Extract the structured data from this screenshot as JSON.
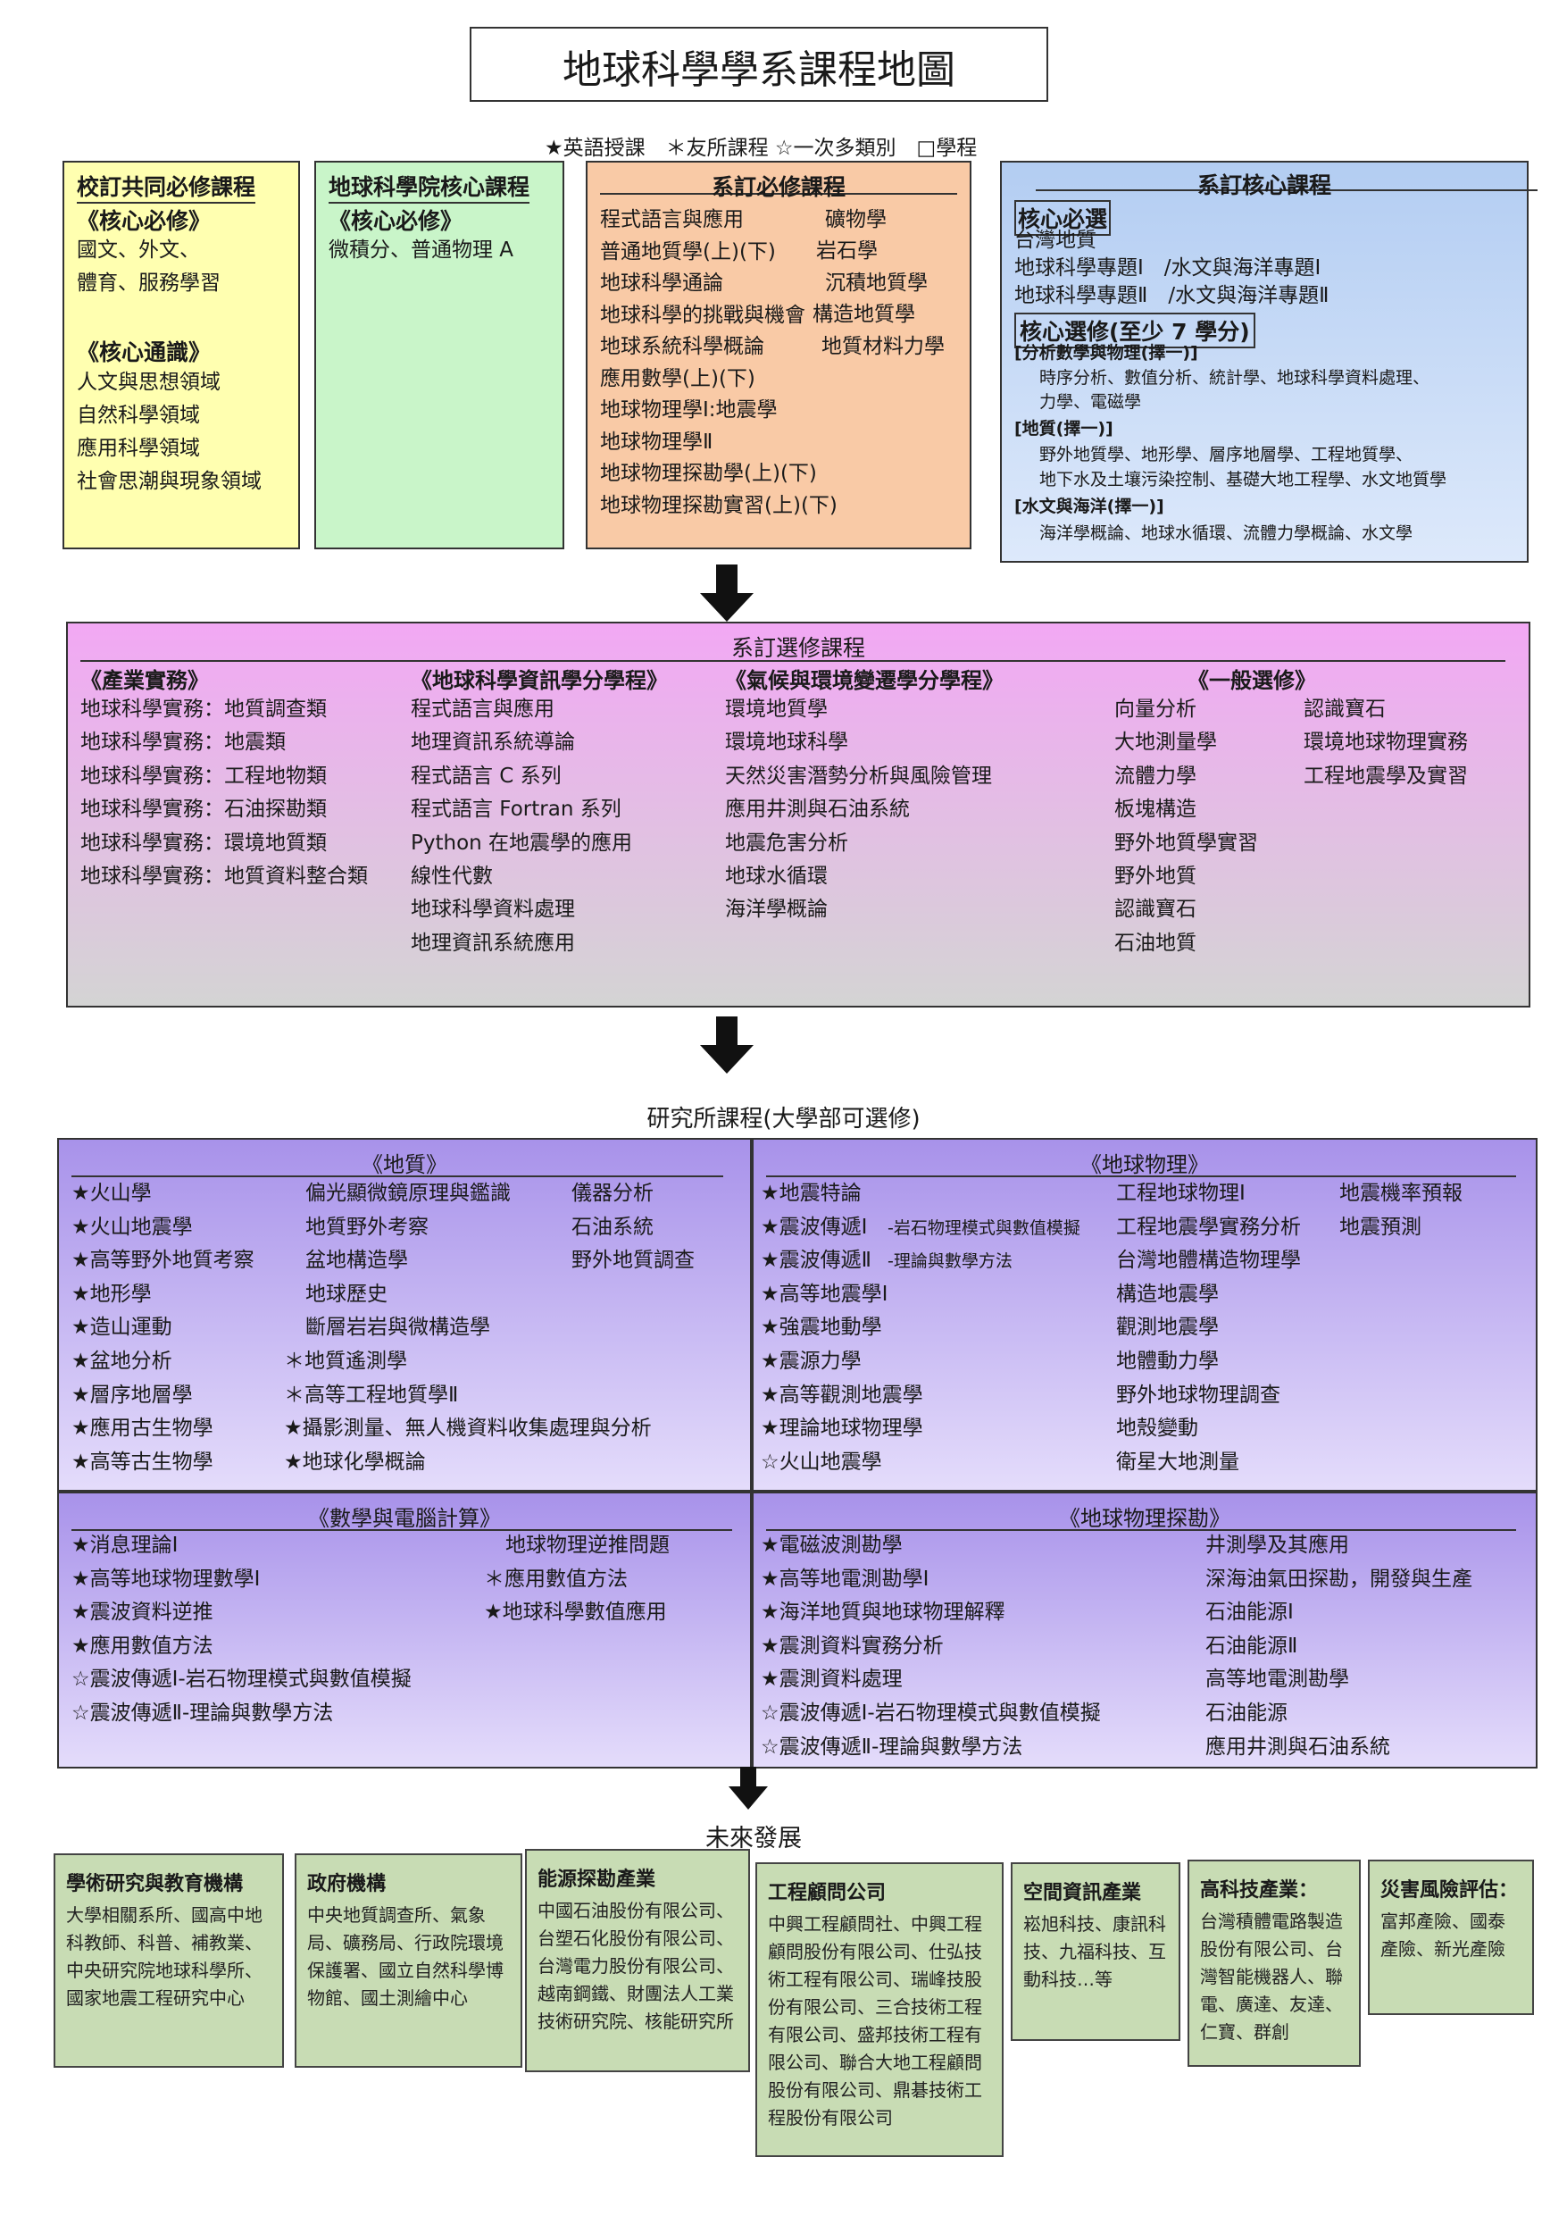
{
  "title": "地球科學學系課程地圖",
  "legend": "★英語授課　＊友所課程 ☆一次多類別　□學程",
  "top": {
    "school": {
      "title": "校訂共同必修課程",
      "core_req": "《核心必修》",
      "lines1": [
        "國文、外文、",
        "體育、服務學習"
      ],
      "general": "《核心通識》",
      "lines2": [
        "人文與思想領域",
        "自然科學領域",
        "應用科學領域",
        "社會思潮與現象領域"
      ]
    },
    "college": {
      "title": "地球科學院核心課程",
      "core_req": "《核心必修》",
      "line": "微積分、普通物理 A"
    },
    "dept_req": {
      "title": "系訂必修課程",
      "left": [
        "程式語言與應用",
        "普通地質學(上)(下)",
        "地球科學通論",
        "地球科學的挑戰與機會",
        "地球系統科學概論",
        "應用數學(上)(下)",
        "地球物理學Ⅰ:地震學",
        "地球物理學Ⅱ",
        "地球物理探勘學(上)(下)",
        "地球物理探勘實習(上)(下)"
      ],
      "right": [
        "礦物學",
        "岩石學",
        "沉積地質學",
        "構造地質學",
        "地質材料力學"
      ]
    },
    "dept_core": {
      "title": "系訂核心課程",
      "sel_title": "核心必選",
      "sel_lines": [
        "台灣地質",
        "地球科學專題Ⅰ　/水文與海洋專題Ⅰ",
        "地球科學專題Ⅱ　/水文與海洋專題Ⅱ"
      ],
      "elec_title": "核心選修(至少 7 學分)",
      "g1_title": "[分析數學與物理(擇一)]",
      "g1": [
        "時序分析、數值分析、統計學、地球科學資料處理、",
        "力學、電磁學"
      ],
      "g2_title": "[地質(擇一)]",
      "g2": [
        "野外地質學、地形學、層序地層學、工程地質學、",
        "地下水及土壤污染控制、基礎大地工程學、水文地質學"
      ],
      "g3_title": "[水文與海洋(擇一)]",
      "g3": [
        "海洋學概論、地球水循環、流體力學概論、水文學"
      ]
    }
  },
  "elective": {
    "title": "系訂選修課程",
    "cols": [
      {
        "head": "《產業實務》",
        "items": [
          "地球科學實務：地質調查類",
          "地球科學實務：地震類",
          "地球科學實務：工程地物類",
          "地球科學實務：石油探勘類",
          "地球科學實務：環境地質類",
          "地球科學實務：地質資料整合類"
        ]
      },
      {
        "head": "《地球科學資訊學分學程》",
        "items": [
          "程式語言與應用",
          "地理資訊系統導論",
          "程式語言 C 系列",
          "程式語言 Fortran 系列",
          "Python 在地震學的應用",
          "線性代數",
          "地球科學資料處理",
          "地理資訊系統應用"
        ]
      },
      {
        "head": "《氣候與環境變遷學分學程》",
        "items": [
          "環境地質學",
          "環境地球科學",
          "天然災害潛勢分析與風險管理",
          "應用井測與石油系統",
          "地震危害分析",
          "地球水循環",
          "海洋學概論"
        ]
      },
      {
        "head": "《一般選修》",
        "items": [
          "向量分析",
          "大地測量學",
          "流體力學",
          "板塊構造",
          "野外地質學實習",
          "野外地質",
          "認識寶石",
          "石油地質"
        ]
      },
      {
        "head": "",
        "items": [
          "認識寶石",
          "環境地球物理實務",
          "工程地震學及實習"
        ]
      }
    ]
  },
  "grad": {
    "title": "研究所課程(大學部可選修)",
    "geology": {
      "head": "《地質》",
      "c1": [
        "★火山學",
        "★火山地震學",
        "★高等野外地質考察",
        "★地形學",
        "★造山運動",
        "★盆地分析",
        "★層序地層學",
        "★應用古生物學",
        "★高等古生物學"
      ],
      "c2": [
        "偏光顯微鏡原理與鑑識",
        "地質野外考察",
        "盆地構造學",
        "地球歷史",
        "斷層岩岩與微構造學",
        "＊地質遙測學",
        "＊高等工程地質學Ⅱ",
        "★攝影測量、無人機資料收集處理與分析",
        "★地球化學概論"
      ],
      "c3": [
        "儀器分析",
        "石油系統",
        "野外地質調查"
      ]
    },
    "geophys": {
      "head": "《地球物理》",
      "c1": [
        "★地震特論",
        "★震波傳遞Ⅰ",
        "★震波傳遞Ⅱ",
        "★高等地震學Ⅰ",
        "★強震地動學",
        "★震源力學",
        "★高等觀測地震學",
        "★理論地球物理學",
        "☆火山地震學"
      ],
      "c1_sub": {
        "1": "-岩石物理模式與數值模擬",
        "2": "-理論與數學方法"
      },
      "c2": [
        "工程地球物理Ⅰ",
        "工程地震學實務分析",
        "台灣地體構造物理學",
        "構造地震學",
        "觀測地震學",
        "地體動力學",
        "野外地球物理調查",
        "地殼變動",
        "衛星大地測量"
      ],
      "c3": [
        "地震機率預報",
        "地震預測"
      ]
    },
    "math": {
      "head": "《數學與電腦計算》",
      "c1": [
        "★消息理論Ⅰ",
        "★高等地球物理數學Ⅰ",
        "★震波資料逆推",
        "★應用數值方法",
        "☆震波傳遞Ⅰ-岩石物理模式與數值模擬",
        "☆震波傳遞Ⅱ-理論與數學方法"
      ],
      "c2": [
        "地球物理逆推問題",
        "＊應用數值方法",
        "★地球科學數值應用"
      ]
    },
    "explor": {
      "head": "《地球物理探勘》",
      "c1": [
        "★電磁波測勘學",
        "★高等地電測勘學Ⅰ",
        "★海洋地質與地球物理解釋",
        "★震測資料實務分析",
        "★震測資料處理",
        "☆震波傳遞Ⅰ-岩石物理模式與數值模擬",
        "☆震波傳遞Ⅱ-理論與數學方法"
      ],
      "c2": [
        "井測學及其應用",
        "深海油氣田探勘，開發與生產",
        "石油能源Ⅰ",
        "石油能源Ⅱ",
        "高等地電測勘學",
        "石油能源",
        "應用井測與石油系統"
      ]
    }
  },
  "future": {
    "title": "未來發展",
    "boxes": [
      {
        "title": "學術研究與教育機構",
        "body": "大學相關系所、國高中地科教師、科普、補教業、中央研究院地球科學所、國家地震工程研究中心"
      },
      {
        "title": "政府機構",
        "body": "中央地質調查所、氣象局、礦務局、行政院環境保護署、國立自然科學博物館、國土測繪中心"
      },
      {
        "title": "能源探勘產業",
        "body": "中國石油股份有限公司、台塑石化股份有限公司、台灣電力股份有限公司、越南鋼鐵、財團法人工業技術研究院、核能研究所"
      },
      {
        "title": "工程顧問公司",
        "body": "中興工程顧問社、中興工程顧問股份有限公司、仕弘技術工程有限公司、瑞峰技股份有限公司、三合技術工程有限公司、盛邦技術工程有限公司、聯合大地工程顧問股份有限公司、鼎碁技術工程股份有限公司"
      },
      {
        "title": "空間資訊產業",
        "body": "崧旭科技、康訊科技、九福科技、互動科技…等"
      },
      {
        "title": "高科技產業：",
        "body": "台灣積體電路製造股份有限公司、台灣智能機器人、聯電、廣達、友達、仁寶、群創"
      },
      {
        "title": "災害風險評估：",
        "body": "富邦產險、國泰產險、新光產險"
      }
    ]
  },
  "colors": {
    "yellow": "#ffffb0",
    "green": "#c9f5c9",
    "orange": "#f9caa6",
    "blue_top": "#b3cdf2",
    "blue_bottom": "#dde9fb",
    "pink": "#f2a8f4",
    "grey": "#d4d4d4",
    "purple_top": "#a892ea",
    "purple_bottom": "#e4dcfb",
    "future_green": "#c8dcb4"
  }
}
